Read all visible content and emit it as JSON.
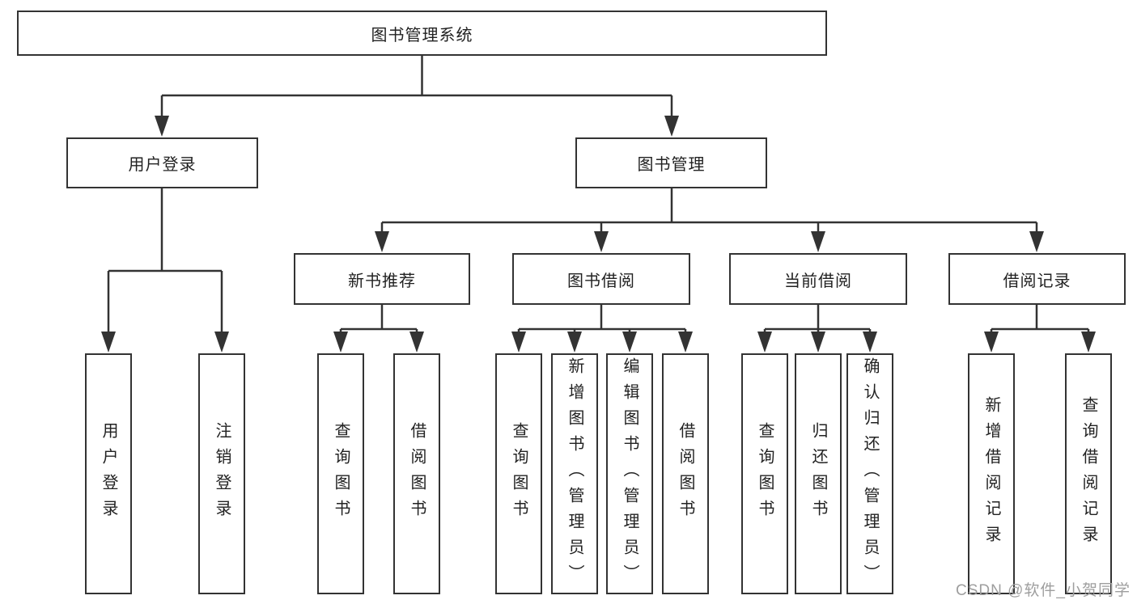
{
  "diagram_type": "function-structure-tree",
  "colors": {
    "line": "#333333",
    "text": "#222222",
    "box_background": "#ffffff",
    "watermark": "#9e9e9e",
    "page_background": "#ffffff"
  },
  "root": {
    "label": "图书管理系统"
  },
  "branches": [
    {
      "id": "user-login",
      "label": "用户登录",
      "children": [
        "用户登录",
        "注销登录"
      ]
    },
    {
      "id": "book-management",
      "label": "图书管理",
      "modules": [
        {
          "id": "new-book-recommendation",
          "label": "新书推荐",
          "children": [
            "查询图书",
            "借阅图书"
          ]
        },
        {
          "id": "book-borrowing",
          "label": "图书借阅",
          "children": [
            "查询图书",
            "新增图书（管理员）",
            "编辑图书（管理员）",
            "借阅图书"
          ]
        },
        {
          "id": "current-borrowing",
          "label": "当前借阅",
          "children": [
            "查询图书",
            "归还图书",
            "确认归还（管理员）"
          ]
        },
        {
          "id": "borrowing-records",
          "label": "借阅记录",
          "children": [
            "新增借阅记录",
            "查询借阅记录"
          ]
        }
      ]
    }
  ],
  "watermark": "CSDN @软件_小贺同学"
}
